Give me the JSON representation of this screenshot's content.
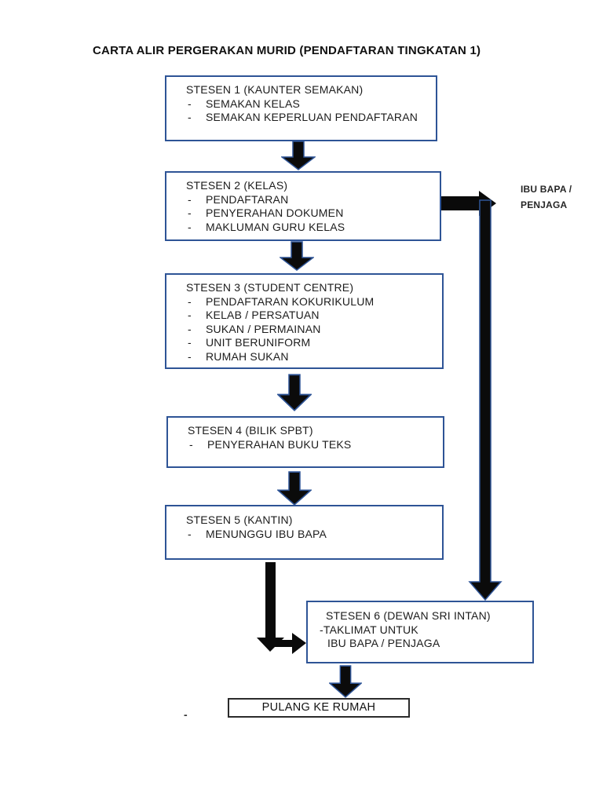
{
  "page_title": "CARTA ALIR PERGERAKAN MURID (PENDAFTARAN TINGKATAN 1)",
  "colors": {
    "background": "#ffffff",
    "box_border_blue": "#2e5496",
    "arrow_fill_black": "#0b0b0b",
    "end_box_border": "#2b2b2b",
    "text": "#1c1c1c"
  },
  "flowchart": {
    "bullet_char": "-",
    "boxes": [
      {
        "title": "STESEN 1 (KAUNTER SEMAKAN)",
        "items": [
          "SEMAKAN KELAS",
          "SEMAKAN KEPERLUAN PENDAFTARAN"
        ]
      },
      {
        "title": "STESEN 2 (KELAS)",
        "items": [
          "PENDAFTARAN",
          "PENYERAHAN DOKUMEN",
          "MAKLUMAN GURU KELAS"
        ]
      },
      {
        "title": "STESEN 3 (STUDENT CENTRE)",
        "items": [
          "PENDAFTARAN KOKURIKULUM",
          "KELAB / PERSATUAN",
          "SUKAN / PERMAINAN",
          "UNIT BERUNIFORM",
          "RUMAH SUKAN"
        ]
      },
      {
        "title": "STESEN 4 (BILIK SPBT)",
        "items": [
          "PENYERAHAN BUKU TEKS"
        ]
      },
      {
        "title": "STESEN 5 (KANTIN)",
        "items": [
          "MENUNGGU IBU BAPA"
        ]
      },
      {
        "title": "STESEN 6 (DEWAN SRI INTAN)",
        "lines": [
          "-TAKLIMAT UNTUK",
          "IBU BAPA / PENJAGA"
        ]
      }
    ],
    "side_label_line1": "IBU BAPA /",
    "side_label_line2": "PENJAGA",
    "end_box_label": "PULANG KE RUMAH",
    "stray_dash": "-"
  }
}
